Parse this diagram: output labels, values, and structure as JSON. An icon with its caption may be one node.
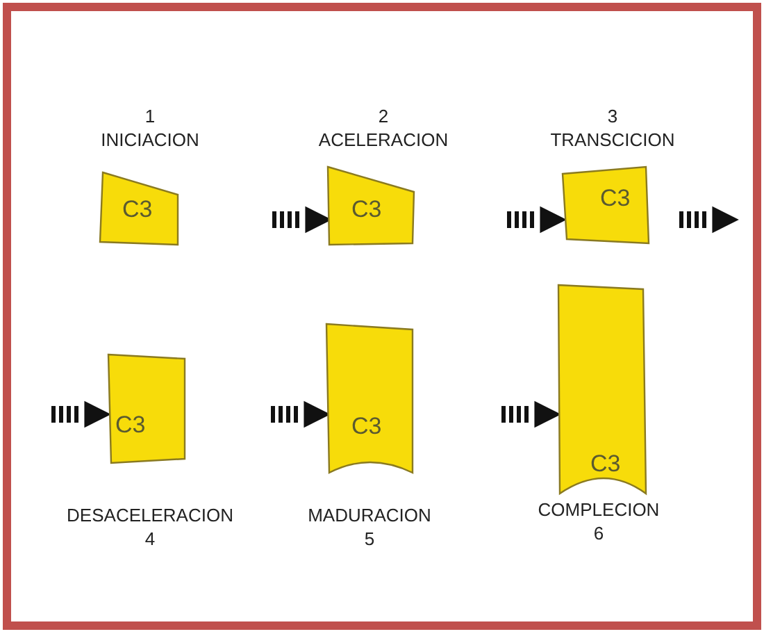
{
  "diagram": {
    "nodes": [
      {
        "text": [
          "C3"
        ],
        "beside": [
          "1 INICIACION"
        ]
      },
      {
        "text": [
          "C3"
        ],
        "beside": [
          "2 ACELERACION"
        ]
      },
      {
        "text": [
          "C3"
        ],
        "beside": [
          "3 TRANSCICION"
        ]
      },
      {
        "text": [
          "C3"
        ],
        "beside": [
          "DESACELERACION 4"
        ]
      },
      {
        "text": [
          "C3"
        ],
        "beside": [
          "MADURACION 5"
        ]
      },
      {
        "text": [
          "C3"
        ],
        "beside": [
          "COMPLECION 6"
        ]
      }
    ],
    "edges": [
      {
        "from": 0,
        "to": 1,
        "arrow": "to",
        "style": "dashed"
      },
      {
        "from": 1,
        "to": 2,
        "arrow": "to",
        "style": "dashed"
      },
      {
        "from": 2,
        "to": null,
        "arrow": "to",
        "style": "dashed"
      },
      {
        "from": null,
        "to": 3,
        "arrow": "to",
        "style": "dashed"
      },
      {
        "from": 3,
        "to": 4,
        "arrow": "to",
        "style": "dashed"
      },
      {
        "from": 4,
        "to": 5,
        "arrow": "to",
        "style": "dashed"
      }
    ]
  }
}
